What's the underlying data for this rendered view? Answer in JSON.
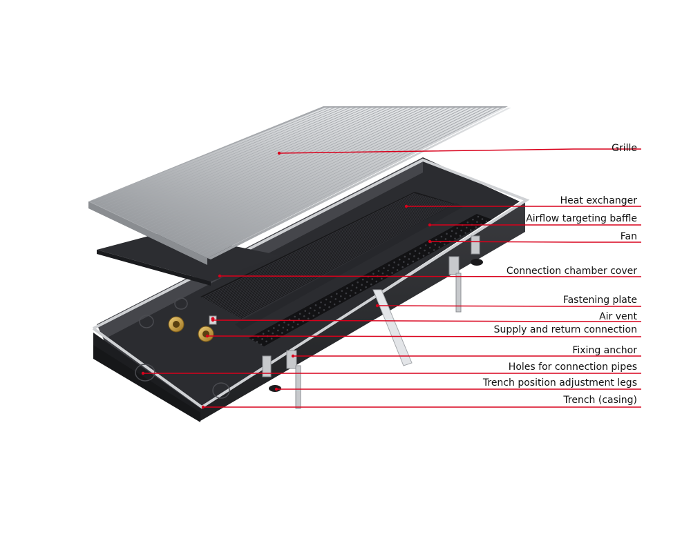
{
  "colors": {
    "leader_line": "#d9001b",
    "grille": "#b9bcc0",
    "casing": "#2a2b2e",
    "frame": "#c8cacd",
    "heat_exchanger": "#1c1c1e",
    "brass": "#c49a3a"
  },
  "labels": [
    {
      "id": "grille",
      "text": "Grille"
    },
    {
      "id": "heat-exchanger",
      "text": "Heat exchanger"
    },
    {
      "id": "airflow-baffle",
      "text": "Airflow targeting baffle"
    },
    {
      "id": "fan",
      "text": "Fan"
    },
    {
      "id": "chamber-cover",
      "text": "Connection chamber cover"
    },
    {
      "id": "fastening-plate",
      "text": "Fastening plate"
    },
    {
      "id": "air-vent",
      "text": "Air vent"
    },
    {
      "id": "supply-return",
      "text": "Supply and return connection"
    },
    {
      "id": "fixing-anchor",
      "text": "Fixing anchor"
    },
    {
      "id": "holes-pipes",
      "text": "Holes for connection pipes"
    },
    {
      "id": "adjustment-legs",
      "text": "Trench position adjustment legs"
    },
    {
      "id": "trench-casing",
      "text": "Trench (casing)"
    }
  ]
}
